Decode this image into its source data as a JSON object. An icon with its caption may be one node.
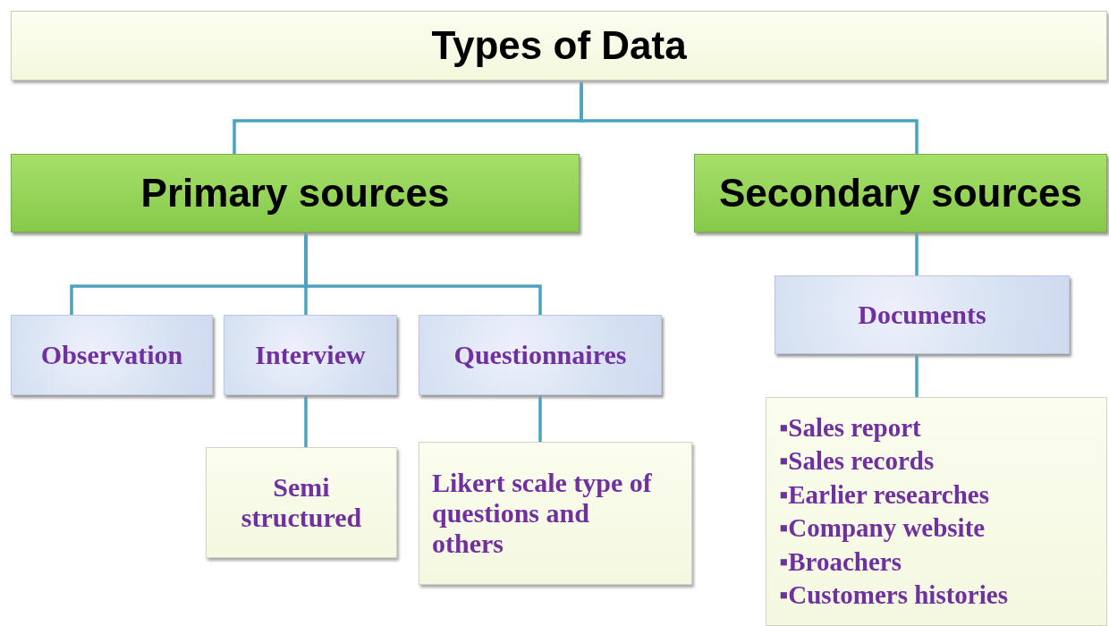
{
  "diagram": {
    "nodes": [
      {
        "text": [
          "Types of Data"
        ]
      },
      {
        "text": [
          "Primary sources"
        ]
      },
      {
        "text": [
          "Secondary sources"
        ]
      },
      {
        "text": [
          "Observation"
        ]
      },
      {
        "text": [
          "Interview"
        ]
      },
      {
        "text": [
          "Questionnaires"
        ]
      },
      {
        "text": [
          "Documents"
        ]
      },
      {
        "text": [
          "Semi structured"
        ]
      },
      {
        "text": [
          "Likert scale type of questions and others"
        ]
      },
      {
        "text": [
          "▪Sales report",
          "▪Sales records",
          "▪Earlier researches",
          "▪Company website",
          "▪Broachers",
          "▪Customers histories"
        ]
      }
    ],
    "edges": [
      {
        "from": 0,
        "to": 1,
        "arrow": "none"
      },
      {
        "from": 0,
        "to": 2,
        "arrow": "none"
      },
      {
        "from": 1,
        "to": 3,
        "arrow": "none"
      },
      {
        "from": 1,
        "to": 4,
        "arrow": "none"
      },
      {
        "from": 1,
        "to": 5,
        "arrow": "none"
      },
      {
        "from": 2,
        "to": 6,
        "arrow": "none"
      },
      {
        "from": 4,
        "to": 7,
        "arrow": "none"
      },
      {
        "from": 5,
        "to": 8,
        "arrow": "none"
      },
      {
        "from": 6,
        "to": 9,
        "arrow": "none"
      }
    ]
  }
}
